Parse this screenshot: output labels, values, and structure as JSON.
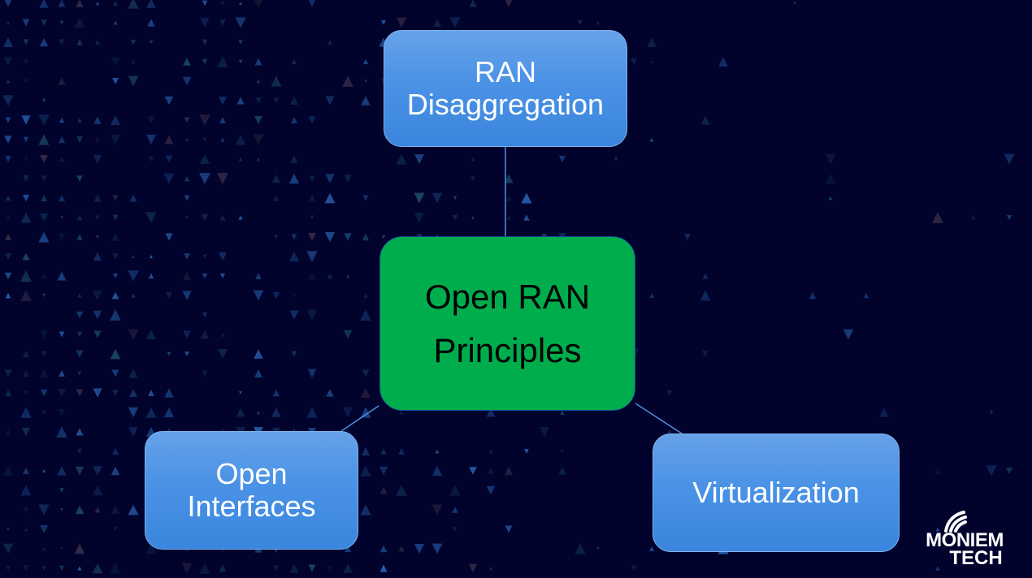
{
  "diagram": {
    "title": "Open RAN Principles",
    "center": {
      "id": "center",
      "label": "Open RAN\nPrinciples",
      "color": "#00ad4c"
    },
    "nodes": [
      {
        "id": "top",
        "label": "RAN\nDisaggregation",
        "color": "#4a92e6"
      },
      {
        "id": "left",
        "label": "Open\nInterfaces",
        "color": "#4a92e6"
      },
      {
        "id": "right",
        "label": "Virtualization",
        "color": "#4a92e6"
      }
    ],
    "edges": [
      {
        "from": "center",
        "to": "top"
      },
      {
        "from": "center",
        "to": "left"
      },
      {
        "from": "center",
        "to": "right"
      }
    ],
    "edge_color": "#4f8ee0"
  },
  "logo": {
    "line1": "MONIEM",
    "line2": "TECH",
    "icon": "signal-wave-icon"
  },
  "background": {
    "color": "#01032c",
    "pattern": "triangle-dots"
  }
}
